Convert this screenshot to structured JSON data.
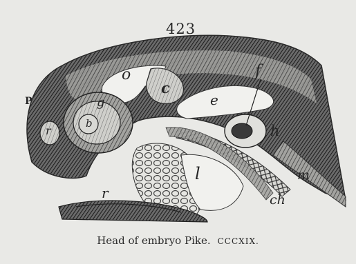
{
  "page_number": "423",
  "caption": {
    "title": "Head of embryo Pike.",
    "plate": "CCCXIX."
  },
  "labels": {
    "o": "o",
    "c": "c",
    "f": "f",
    "e": "e",
    "p": "P",
    "g": "g",
    "b": "b",
    "r_upper": "r",
    "h": "h",
    "l": "l",
    "m": "m",
    "ch": "ch",
    "r_lower": "r"
  },
  "colors": {
    "paper": "#e9e9e6",
    "ink": "#262626",
    "hatch_dark": "#3a3a3a",
    "hatch_mid": "#6e6e6e"
  }
}
